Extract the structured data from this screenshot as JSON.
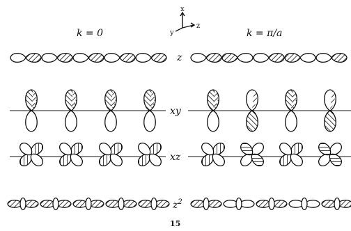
{
  "axes": {
    "x": "x",
    "y": "y",
    "z": "z"
  },
  "columns": {
    "left": "k = 0",
    "right": "k = π/a"
  },
  "rows": [
    {
      "id": "z",
      "label": "z"
    },
    {
      "id": "xy",
      "label": "xy"
    },
    {
      "id": "xz",
      "label": "xz"
    },
    {
      "id": "z2",
      "label": "z",
      "sup": "2"
    }
  ],
  "figure_number": "15"
}
